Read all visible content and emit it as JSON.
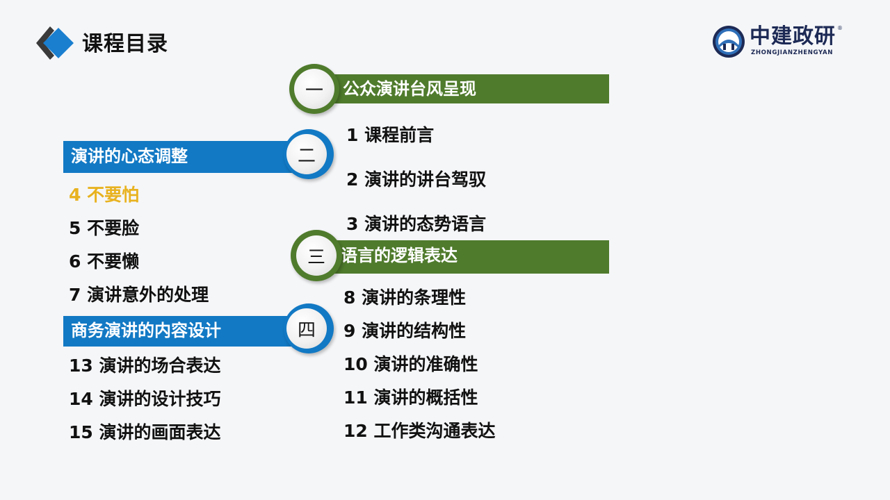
{
  "header": {
    "title": "课程目录"
  },
  "logo": {
    "name_cn": "中建政研",
    "name_en": "ZHONGJIANZHENGYAN",
    "registered": "®"
  },
  "colors": {
    "green": "#4f7b2c",
    "blue": "#1279c4",
    "highlight": "#e8b21f",
    "navy": "#1d2a55"
  },
  "sections": [
    {
      "numeral": "一",
      "title": "公众演讲台风呈现",
      "items": [
        "1 课程前言",
        "2 演讲的讲台驾驭",
        "3 演讲的态势语言"
      ]
    },
    {
      "numeral": "二",
      "title": "演讲的心态调整",
      "items": [
        "4 不要怕",
        "5 不要脸",
        "6 不要懒",
        "7 演讲意外的处理"
      ]
    },
    {
      "numeral": "三",
      "title": "语言的逻辑表达",
      "items": [
        "8 演讲的条理性",
        "9 演讲的结构性",
        "10 演讲的准确性",
        "11 演讲的概括性",
        "12 工作类沟通表达"
      ]
    },
    {
      "numeral": "四",
      "title": "商务演讲的内容设计",
      "items": [
        "13 演讲的场合表达",
        "14 演讲的设计技巧",
        "15 演讲的画面表达"
      ]
    }
  ]
}
